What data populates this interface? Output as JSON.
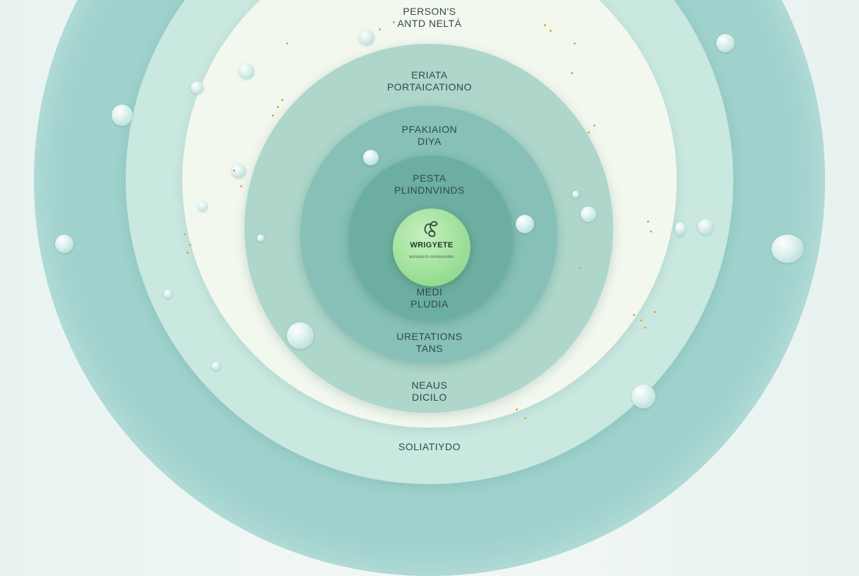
{
  "diagram": {
    "rings": [
      {
        "id": "ring-1",
        "color": "#9fd2cd"
      },
      {
        "id": "ring-2",
        "color": "#c9e8e0"
      },
      {
        "id": "ring-3",
        "color": "#f3f8ef"
      },
      {
        "id": "ring-4",
        "color": "#aed6ca"
      },
      {
        "id": "ring-5",
        "color": "#86c0b6"
      },
      {
        "id": "ring-6",
        "color": "#6cae9f"
      }
    ],
    "labels": {
      "l1": {
        "line1": "PERSON'S",
        "line2": "ANTD NELTÁ"
      },
      "l2": {
        "line1": "ERIATA",
        "line2": "PORTAICATIONO"
      },
      "l3": {
        "line1": "PFAKIAION",
        "line2": "DIYA"
      },
      "l4": {
        "line1": "PESTA",
        "line2": "PLINDNVINDS"
      },
      "l5": {
        "line1": "MEDI",
        "line2": "PLUDIA"
      },
      "l6": {
        "line1": "URETATIONS",
        "line2": "TANS"
      },
      "l7": {
        "line1": "NEAUS",
        "line2": "DICILO"
      },
      "l8": {
        "line1": "SOLIATIYDO"
      }
    },
    "core": {
      "title": "WRIGYETE",
      "subtitle": "wvoooxrs-onvouvvtes",
      "icon": "knot-icon",
      "color": "#9ddf99"
    },
    "accent_color": "#e3a43c"
  }
}
